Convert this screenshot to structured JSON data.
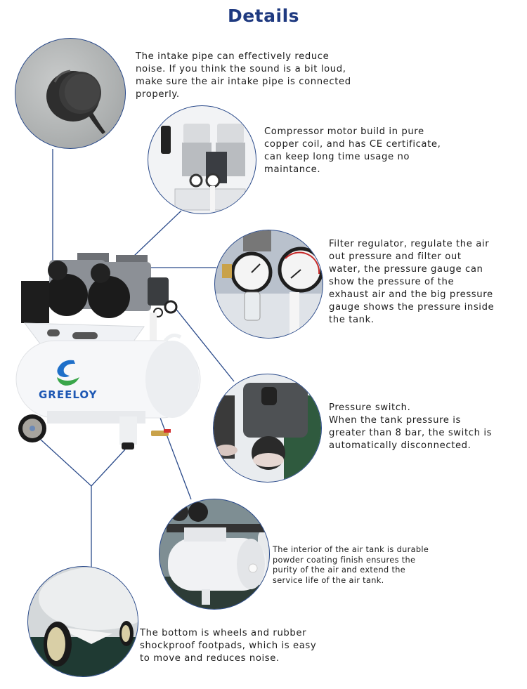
{
  "title": "Details",
  "brand": {
    "name": "GREELOY",
    "accent": "#1f3a80",
    "line_color": "#2a4a8a",
    "logo_blue": "#1e6fc9",
    "logo_green": "#3aa64a"
  },
  "details": [
    {
      "id": "intake-pipe",
      "image": "intake-pipe-photo",
      "text": "The intake pipe can effectively reduce\nnoise. If you think the sound is a bit loud,\nmake sure the air intake pipe is connected\nproperly."
    },
    {
      "id": "motor",
      "image": "compressor-motor-photo",
      "text": "Compressor motor build in pure\ncopper coil, and has CE certificate,\ncan keep long time usage no\nmaintance."
    },
    {
      "id": "filter-regulator",
      "image": "filter-regulator-gauges-photo",
      "text": "Filter regulator, regulate the air\nout pressure and filter out\nwater, the pressure gauge can\nshow the pressure of the\nexhaust air and the big pressure\ngauge shows the pressure inside\nthe tank."
    },
    {
      "id": "pressure-switch",
      "image": "pressure-switch-photo",
      "text": "Pressure switch.\nWhen the tank pressure is\ngreater than 8 bar, the switch is\nautomatically disconnected."
    },
    {
      "id": "air-tank",
      "image": "air-tank-photo",
      "text": "The interior of the air tank is durable\npowder coating finish ensures the\npurity of the air and extend the\nservice life of the air tank."
    },
    {
      "id": "wheels",
      "image": "wheels-footpads-photo",
      "text": "The bottom is wheels and rubber\nshockproof footpads, which is easy\nto move and reduces noise."
    }
  ]
}
